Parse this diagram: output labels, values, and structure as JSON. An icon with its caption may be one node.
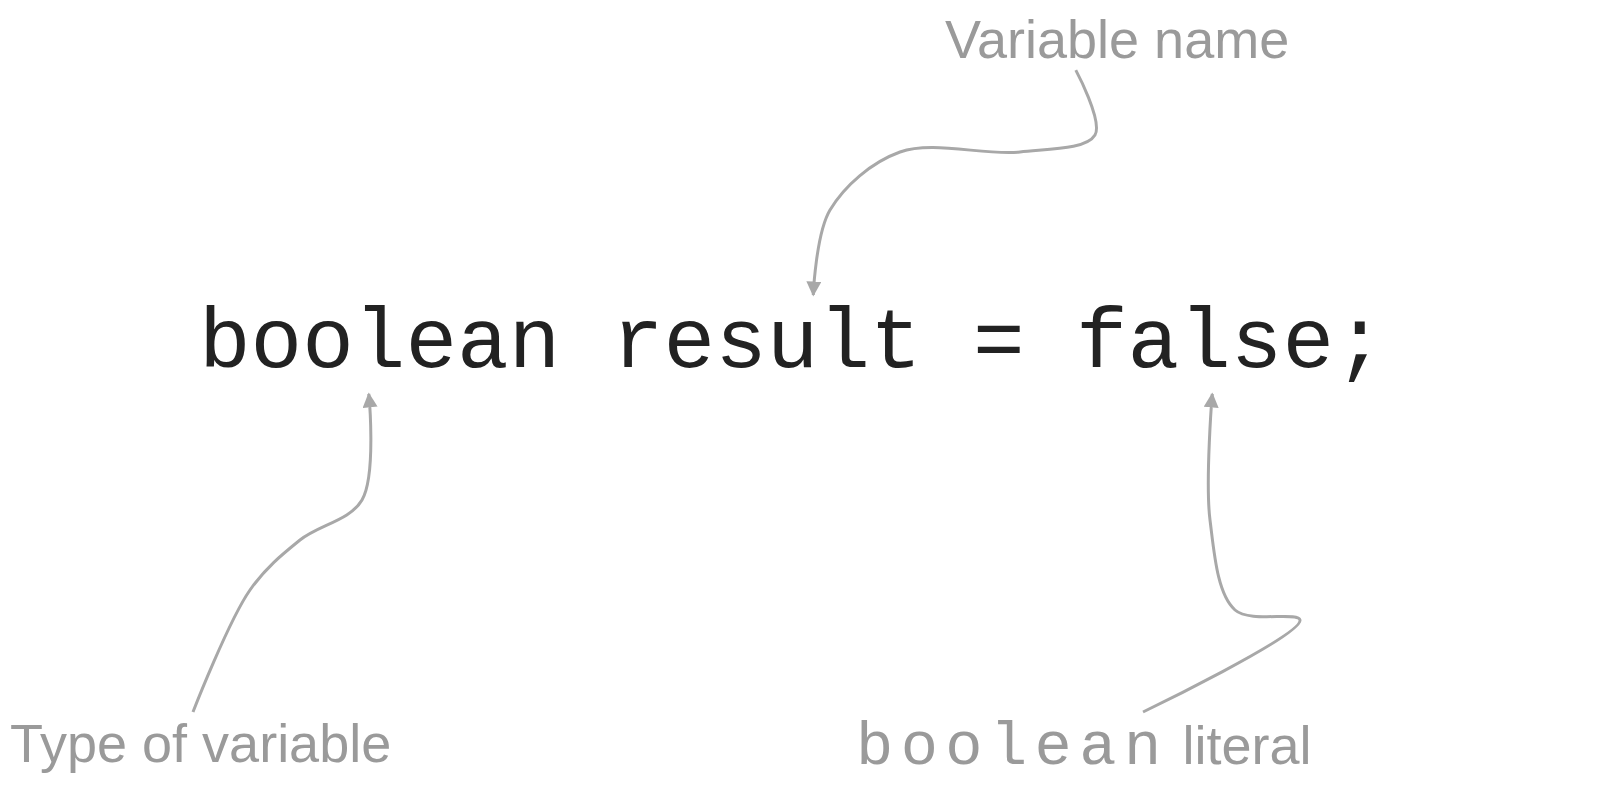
{
  "diagram": {
    "nodes": [
      {
        "text": [
          "Variable name"
        ]
      },
      {
        "text": [
          "boolean"
        ]
      },
      {
        "text": [
          "result"
        ]
      },
      {
        "text": [
          "false;"
        ]
      },
      {
        "text": [
          "Type of variable"
        ]
      },
      {
        "text": [
          "boolean",
          "literal"
        ]
      }
    ],
    "edges": [
      {
        "from": 0,
        "to": 2,
        "arrow": "to"
      },
      {
        "from": 4,
        "to": 1,
        "arrow": "to"
      },
      {
        "from": 5,
        "to": 3,
        "arrow": "to"
      }
    ],
    "labels": [
      "="
    ]
  }
}
